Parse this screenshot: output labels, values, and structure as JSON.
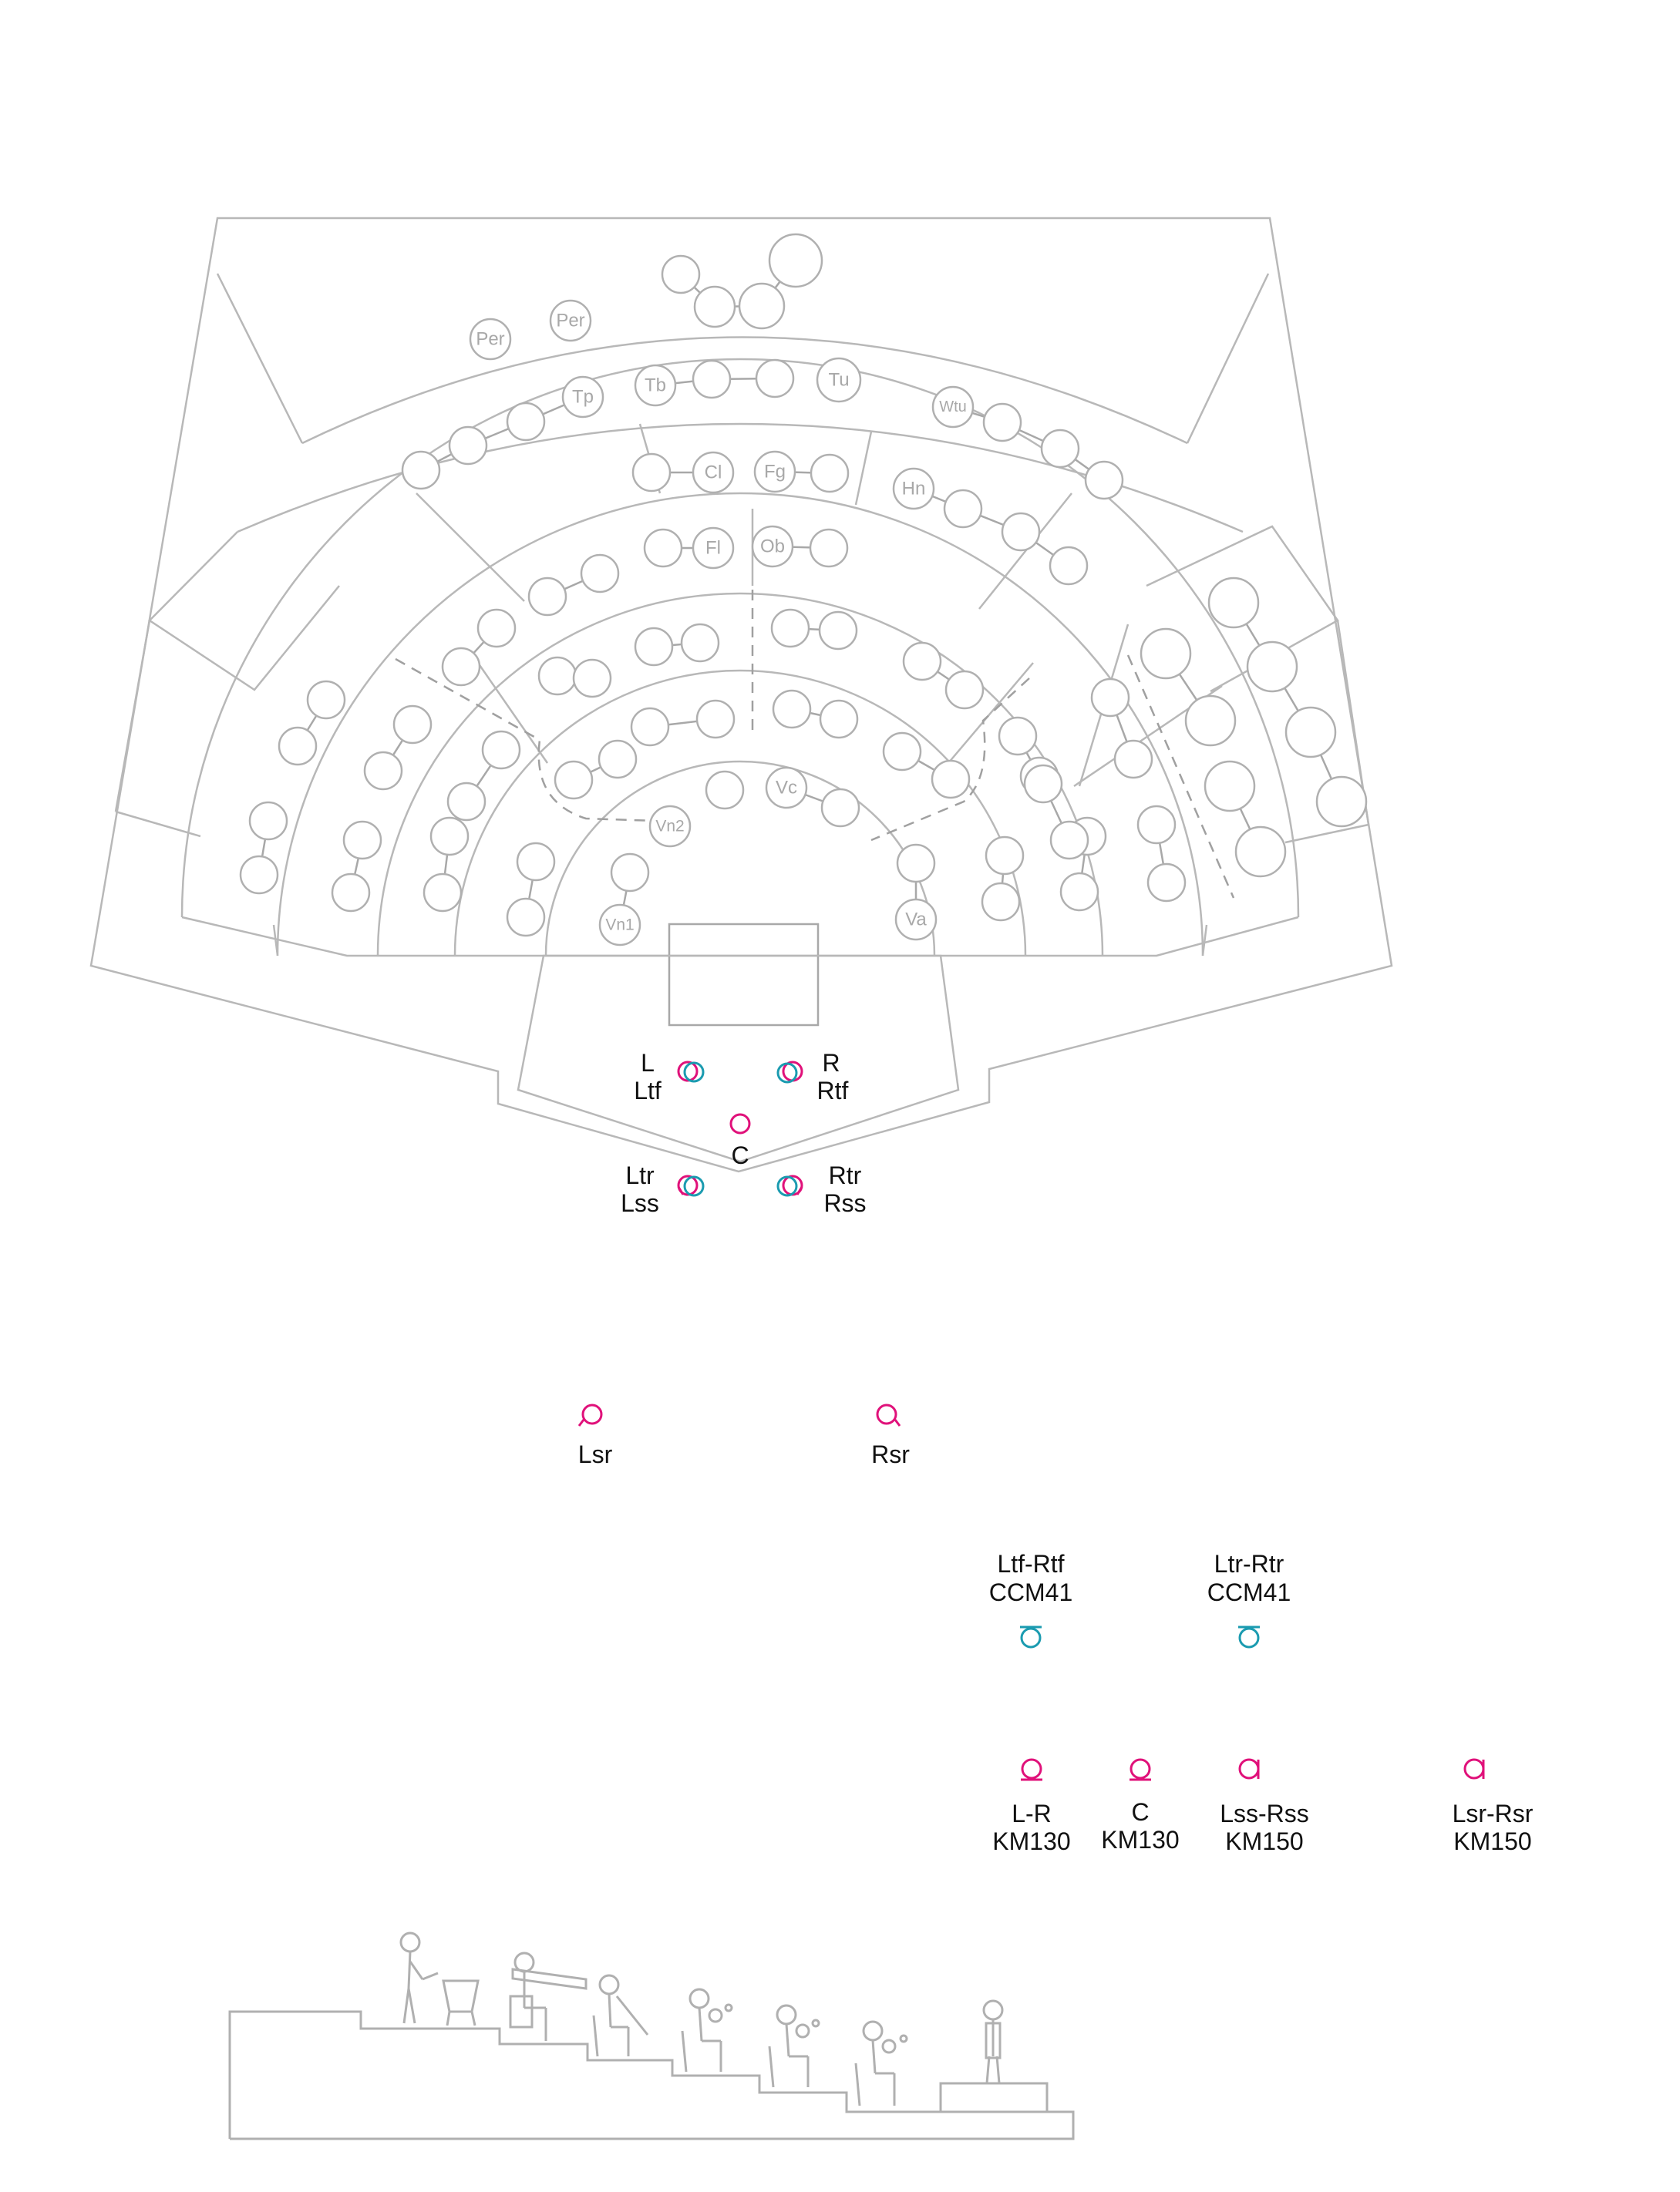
{
  "colors": {
    "omni_mic": "#e0117a",
    "figure8_mic": "#1b9bb0",
    "label_text": "#111111",
    "outline": "#b8b8b8"
  },
  "instruments": {
    "percussion_1": "Per",
    "percussion_2": "Per",
    "trumpet": "Tp",
    "trombone": "Tb",
    "tuba": "Tu",
    "wagner_tuba": "Wtu",
    "clarinet": "Cl",
    "bassoon": "Fg",
    "horn": "Hn",
    "flute": "Fl",
    "oboe": "Ob",
    "cello": "Vc",
    "violin_2": "Vn2",
    "violin_1": "Vn1",
    "viola": "Va"
  },
  "stage_mics": {
    "left_top": "L",
    "left_bottom": "Ltf",
    "right_top": "R",
    "right_bottom": "Rtf",
    "center": "C",
    "ltr": "Ltr",
    "lss": "Lss",
    "rtr": "Rtr",
    "rss": "Rss"
  },
  "surround_mics": {
    "left": "Lsr",
    "right": "Rsr"
  },
  "legend": {
    "ltf_rtf": {
      "pair": "Ltf-Rtf",
      "model": "CCM41",
      "pattern": "figure-8-icon"
    },
    "ltr_rtr": {
      "pair": "Ltr-Rtr",
      "model": "CCM41",
      "pattern": "figure-8-icon"
    },
    "l_r": {
      "pair": "L-R",
      "model": "KM130",
      "pattern": "omni-icon"
    },
    "c": {
      "pair": "C",
      "model": "KM130",
      "pattern": "omni-icon"
    },
    "lss_rss": {
      "pair": "Lss-Rss",
      "model": "KM150",
      "pattern": "omni-icon"
    },
    "lsr_rsr": {
      "pair": "Lsr-Rsr",
      "model": "KM150",
      "pattern": "omni-icon"
    }
  }
}
